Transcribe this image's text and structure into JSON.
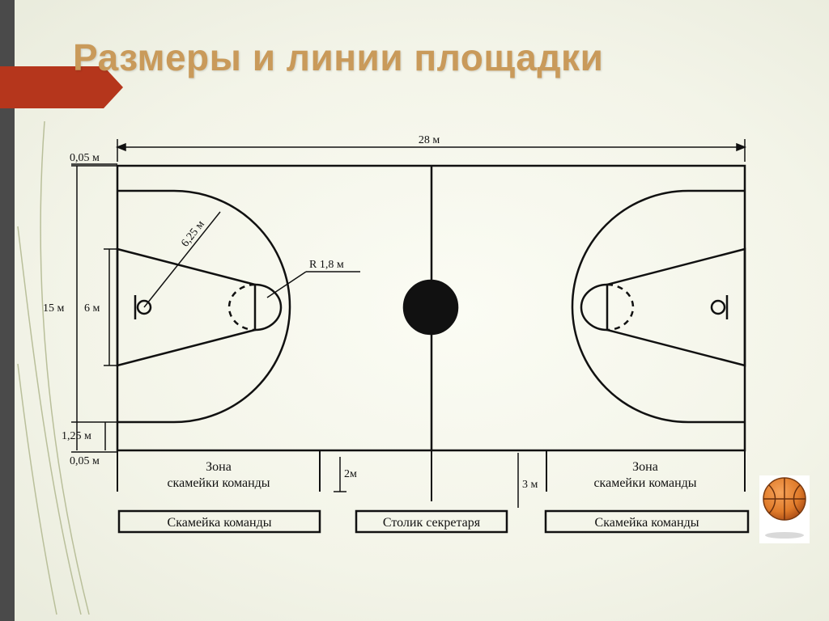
{
  "title": "Размеры и линии площадки",
  "court": {
    "length_label": "28 м",
    "line_width_top": "0,05 м",
    "width_label": "15 м",
    "lane_width_label": "6 м",
    "three_point_radius_label": "6,25 м",
    "circle_radius_label": "R 1,8 м",
    "corner_distance_label": "1,25 м",
    "line_width_bottom": "0,05 м",
    "bench_offset_label": "2м",
    "table_offset_label": "3 м"
  },
  "zones": {
    "bench_zone_left_line1": "Зона",
    "bench_zone_left_line2": "скамейки команды",
    "bench_zone_right_line1": "Зона",
    "bench_zone_right_line2": "скамейки команды"
  },
  "boxes": {
    "team_bench_left": "Скамейка команды",
    "secretary_table": "Столик секретаря",
    "team_bench_right": "Скамейка команды"
  },
  "colors": {
    "accent_banner": "#b5361c",
    "title": "#c99a5a",
    "lines": "#111111",
    "ball": "#e07b2a"
  }
}
